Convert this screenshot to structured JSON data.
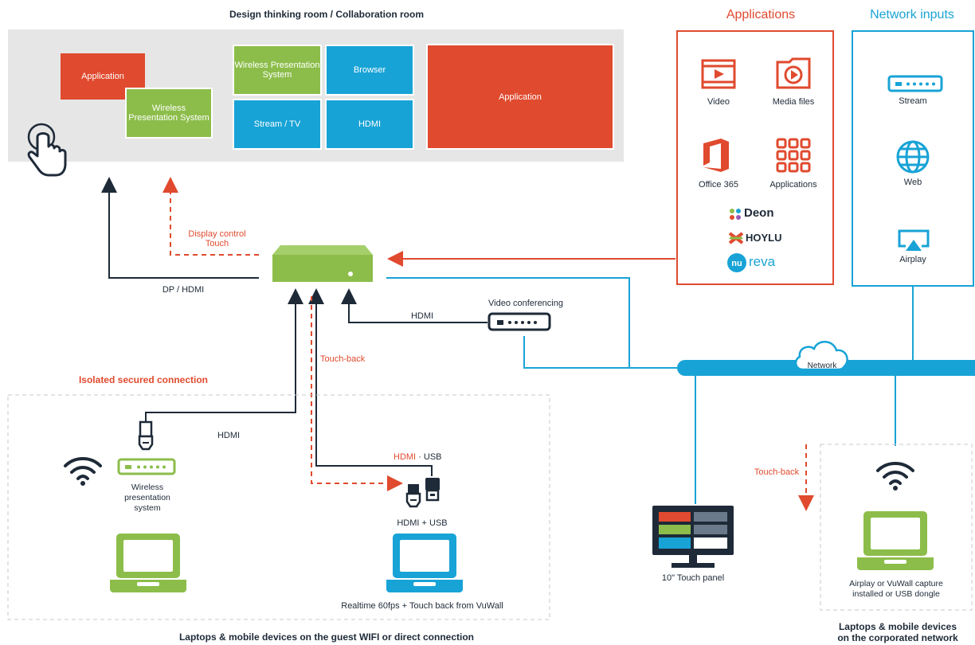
{
  "room": {
    "title": "Design thinking room / Collaboration room",
    "tiles": {
      "application_small": "Application",
      "wps_small": "Wireless Presentation System",
      "wps": "Wireless Presentation System",
      "browser": "Browser",
      "stream_tv": "Stream / TV",
      "hdmi": "HDMI",
      "application_large": "Application"
    }
  },
  "applications": {
    "title": "Applications",
    "items": [
      "Video",
      "Media files",
      "Office 365",
      "Applications"
    ],
    "brands": [
      "Deon",
      "HOYLU",
      "reva"
    ]
  },
  "network_inputs": {
    "title": "Network inputs",
    "items": [
      "Stream",
      "Web",
      "Airplay"
    ]
  },
  "labels": {
    "display_control": "Display control",
    "touch": "Touch",
    "dp_hdmi": "DP / HDMI",
    "video_conferencing": "Video conferencing",
    "hdmi_vc": "HDMI",
    "touch_back": "Touch-back",
    "network": "Network",
    "isolated": "Isolated secured connection",
    "hdmi_wps": "HDMI",
    "wps_device": "Wireless presentation system",
    "hdmi_usb_red": "HDMI",
    "hdmi_usb_sep": " · USB",
    "hdmi_plus_usb": "HDMI + USB",
    "realtime": "Realtime 60fps + Touch back from VuWall",
    "touch_back_right": "Touch-back",
    "touch_panel": "10\" Touch panel",
    "airplay_capture": "Airplay or VuWall capture installed or USB dongle",
    "guest_footer": "Laptops & mobile devices on the guest WIFI or direct connection",
    "corp_footer_1": "Laptops & mobile devices",
    "corp_footer_2": "on the corporated network"
  },
  "colors": {
    "red": "#e04a2e",
    "green": "#8cbd4a",
    "blue": "#18a3d6",
    "navy": "#1e2a38",
    "gray_bg": "#e5e5e5"
  }
}
